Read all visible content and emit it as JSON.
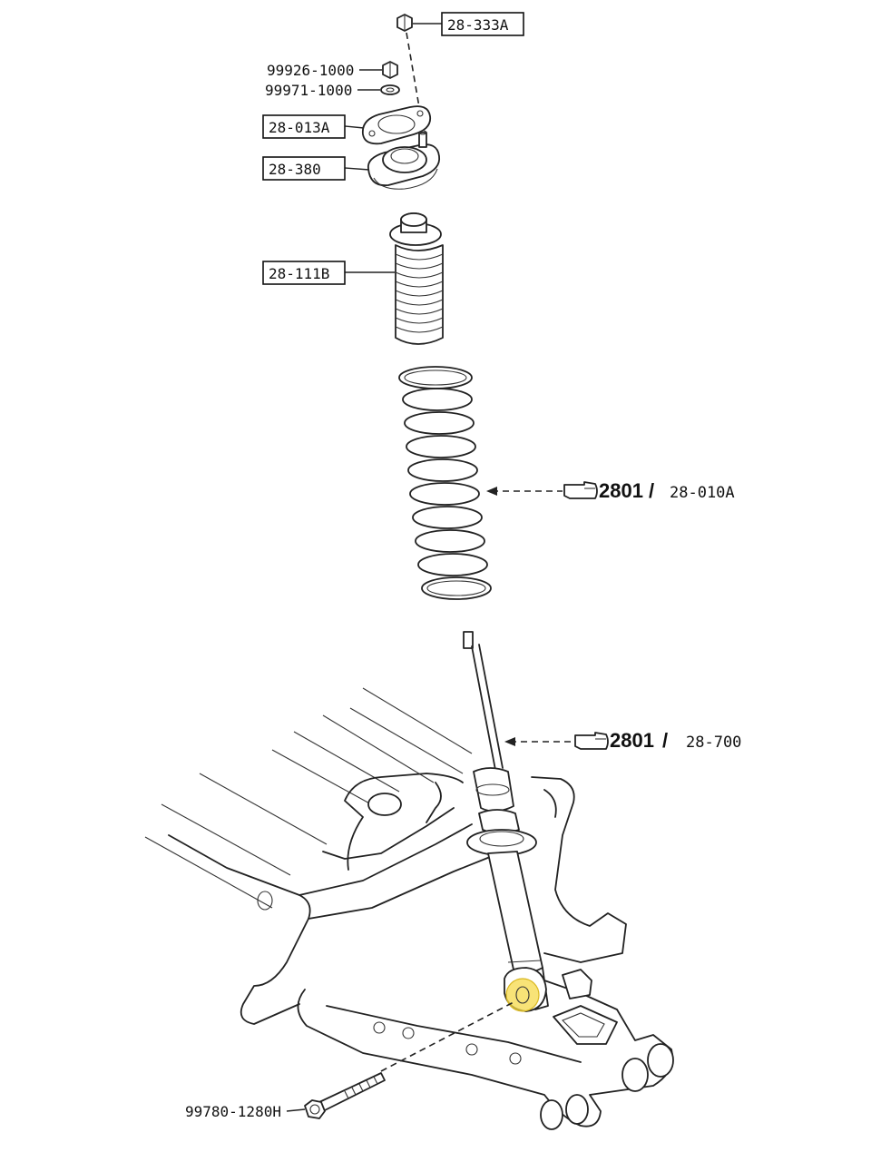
{
  "labels": {
    "nut_top": "28-333A",
    "nut": "99926-1000",
    "washer": "99971-1000",
    "insulator": "28-013A",
    "mount": "28-380",
    "bumper": "28-111B",
    "spring_ref_main": "2801",
    "spring_ref_sep": "/",
    "spring_ref_sub": "28-010A",
    "shock_ref_main": "2801",
    "shock_ref_sep": "/",
    "shock_ref_sub": "28-700",
    "bolt": "99780-1280H"
  },
  "colors": {
    "line": "#222222",
    "highlight": "#f5d94a"
  },
  "icons": {
    "reference_pointer": "pointing-hand-icon"
  }
}
